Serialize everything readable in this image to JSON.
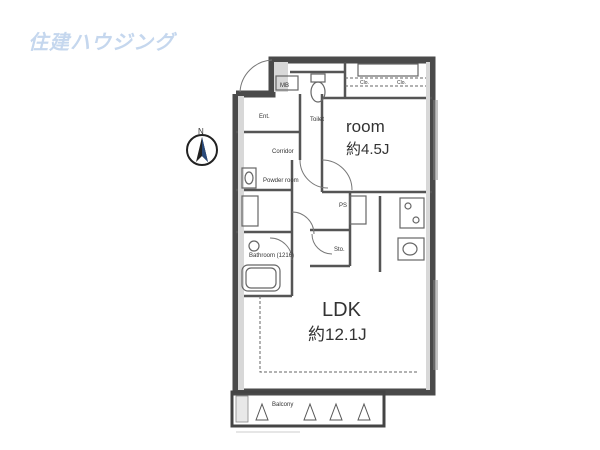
{
  "watermark": "住建ハウジング",
  "compass": {
    "label": "N"
  },
  "rooms": {
    "room": {
      "name": "room",
      "size": "約4.5J"
    },
    "ldk": {
      "name": "LDK",
      "size": "約12.1J"
    }
  },
  "labels": {
    "mb": "MB",
    "ent": "Ent.",
    "toilet": "Toilet",
    "corridor": "Corridor",
    "powder": "Powder room",
    "bathroom": "Bathroom (1216)",
    "ps": "PS",
    "sto": "Sto.",
    "balcony": "Balcony",
    "clo1": "Clo.",
    "clo2": "Clo."
  }
}
